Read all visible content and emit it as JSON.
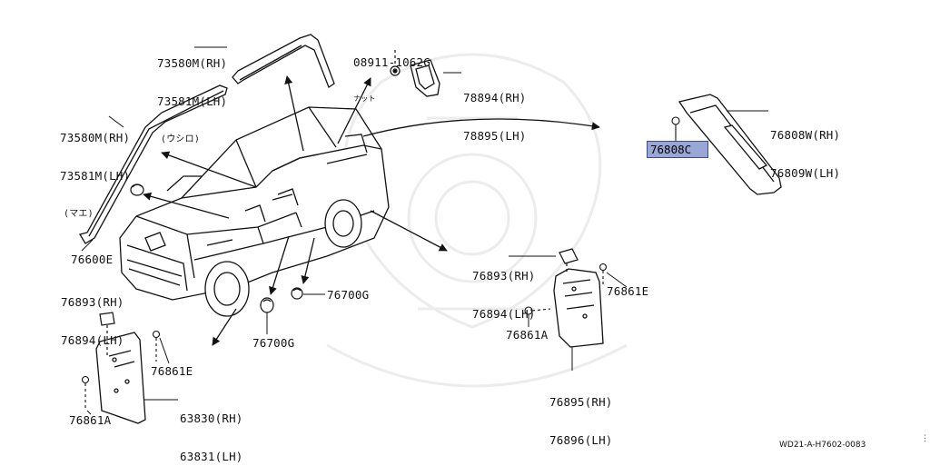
{
  "labels": {
    "p73580_top": [
      "73580M(RH)",
      "73581M(LH)",
      "(ウシロ)"
    ],
    "p73580_mid": [
      "73580M(RH)",
      "73581M(LH)",
      "(マエ)"
    ],
    "p08911": [
      "08911-1062G",
      "ナット"
    ],
    "p78894": [
      "78894(RH)",
      "78895(LH)"
    ],
    "p76808w": [
      "76808W(RH)",
      "76809W(LH)"
    ],
    "p76808c": "76808C",
    "p76600e": "76600E",
    "p76893_left": [
      "76893(RH)",
      "76894(LH)"
    ],
    "p76893_right": [
      "76893(RH)",
      "76894(LH)"
    ],
    "p76861e_right": "76861E",
    "p76861a_right": "76861A",
    "p76895": [
      "76895(RH)",
      "76896(LH)"
    ],
    "p76700g_right": "76700G",
    "p76700g_left": "76700G",
    "p76861e_left": "76861E",
    "p63830": [
      "63830(RH)",
      "63831(LH)"
    ],
    "p76861a_left": "76861A"
  },
  "reference": "WD21-A-H7602-0083",
  "corner_mark": "⋮",
  "highlight_color": "#9aa6d6"
}
